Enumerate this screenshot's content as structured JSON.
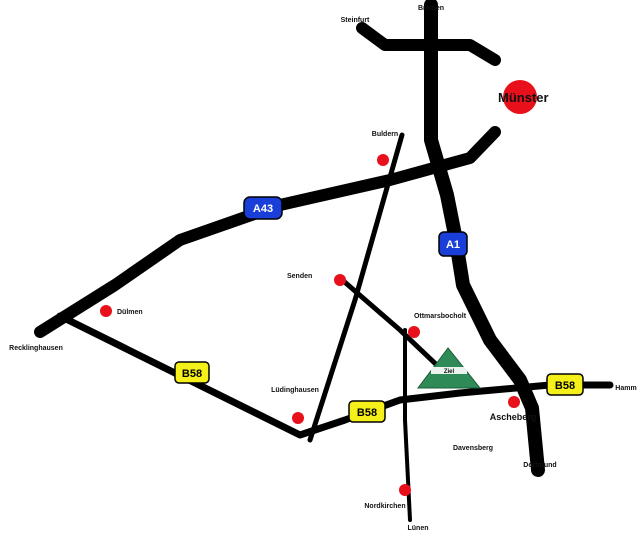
{
  "map": {
    "colors": {
      "road": "#000000",
      "town_marker": "#e8101a",
      "motorway_shield": "#1a3fd9",
      "federal_shield": "#f5f01a",
      "destination_marker": "#2e8b57"
    },
    "shields": {
      "a43": "A43",
      "a1": "A1",
      "b58_west": "B58",
      "b58_middle": "B58",
      "b58_east": "B58"
    },
    "towns": {
      "muenster": "Münster",
      "senden": "Senden",
      "buldern": "Buldern",
      "duelmen": "Dülmen",
      "luedinghausen": "Lüdinghausen",
      "ascheberg": "Ascheberg",
      "nordkirchen": "Nordkirchen",
      "davensberg": "Davensberg",
      "ottmarsbocholt": "Ottmarsbocholt"
    },
    "directions": {
      "bremen": "Bremen",
      "steinfurt": "Steinfurt",
      "recklinghausen": "Recklinghausen",
      "hamm": "Hamm",
      "dortmund": "Dortmund",
      "luenen": "Lünen"
    },
    "destination_label": "Ziel"
  }
}
